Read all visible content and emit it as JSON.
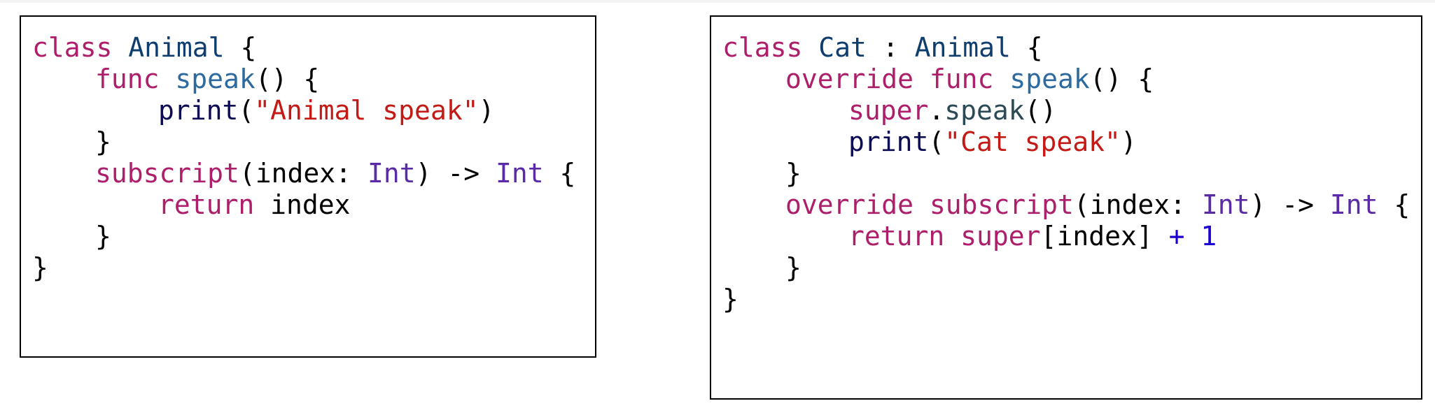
{
  "left_box": {
    "lines": [
      [
        "class",
        " ",
        "Animal",
        " {"
      ],
      [
        "func",
        " ",
        "speak",
        "() {"
      ],
      [
        "print",
        "(",
        "\"Animal speak\"",
        ")"
      ],
      [
        "}"
      ],
      [
        "subscript",
        "(index: ",
        "Int",
        ") -> ",
        "Int",
        " {"
      ],
      [
        "return",
        " index"
      ],
      [
        "}"
      ],
      [
        "}"
      ]
    ]
  },
  "right_box": {
    "lines": [
      [
        "class",
        " ",
        "Cat",
        " : ",
        "Animal",
        " {"
      ],
      [
        "override",
        " ",
        "func",
        " ",
        "speak",
        "() {"
      ],
      [
        "super",
        ".",
        "speak",
        "()"
      ],
      [
        "print",
        "(",
        "\"Cat speak\"",
        ")"
      ],
      [
        "}"
      ],
      [
        "override",
        " ",
        "subscript",
        "(index: ",
        "Int",
        ") -> ",
        "Int",
        " {"
      ],
      [
        "return",
        " ",
        "super",
        "[index] ",
        "+",
        " ",
        "1"
      ],
      [
        "}"
      ],
      [
        "}"
      ]
    ]
  }
}
